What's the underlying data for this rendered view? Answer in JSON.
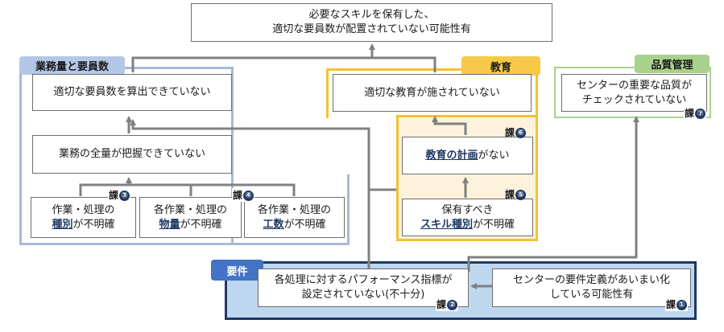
{
  "top_box": {
    "line1": "必要なスキルを保有した、",
    "line2": "適切な要員数が配置されていない可能性有"
  },
  "groups": {
    "staffing": {
      "label": "業務量と要員数",
      "box_headcount": "適切な要員数を算出できていない",
      "box_workload": "業務の全量が把握できていない",
      "box_type": {
        "pre": "作業・処理の",
        "hl": "種別",
        "post": "が不明確"
      },
      "box_volume": {
        "pre": "各作業・処理の",
        "hl": "物量",
        "post": "が不明確"
      },
      "box_manhour": {
        "pre": "各作業・処理の",
        "hl": "工数",
        "post": "が不明確"
      },
      "ka3": {
        "text": "課",
        "num": "③"
      },
      "ka4": {
        "text": "課",
        "num": "④"
      }
    },
    "education": {
      "label": "教育",
      "box_education": "適切な教育が施されていない",
      "box_plan": {
        "hl": "教育の計画",
        "post": "がない"
      },
      "box_skill": {
        "line1": "保有すべき",
        "hl": "スキル種別",
        "post": "が不明確"
      },
      "ka6": {
        "text": "課",
        "num": "⑥"
      },
      "ka5": {
        "text": "課",
        "num": "⑤"
      }
    },
    "quality": {
      "label": "品質管理",
      "box_quality": {
        "line1": "センターの重要な品質が",
        "line2": "チェックされていない"
      },
      "ka7": {
        "text": "課",
        "num": "⑦"
      }
    },
    "requirements": {
      "label": "要件",
      "box_kpi": {
        "line1": "各処理に対するパフォーマンス指標が",
        "line2": "設定されていない(不十分)"
      },
      "box_reqdef": {
        "line1": "センターの要件定義があいまい化",
        "line2": "している可能性有"
      },
      "ka2": {
        "text": "課",
        "num": "②"
      },
      "ka1": {
        "text": "課",
        "num": "①"
      }
    }
  },
  "colors": {
    "staffing_border": "#a6bad8",
    "staffing_tag": "#b4c7e7",
    "education_border": "#f2c230",
    "education_tag": "#f7c948",
    "education_fill": "#fdf3dc",
    "quality_border": "#a9d18e",
    "quality_tag": "#a9d18e",
    "req_border": "#1f3864",
    "req_fill": "#bdd7ee",
    "req_tag": "#4472c4",
    "arrow": "#808080",
    "highlight": "#1f3864"
  }
}
